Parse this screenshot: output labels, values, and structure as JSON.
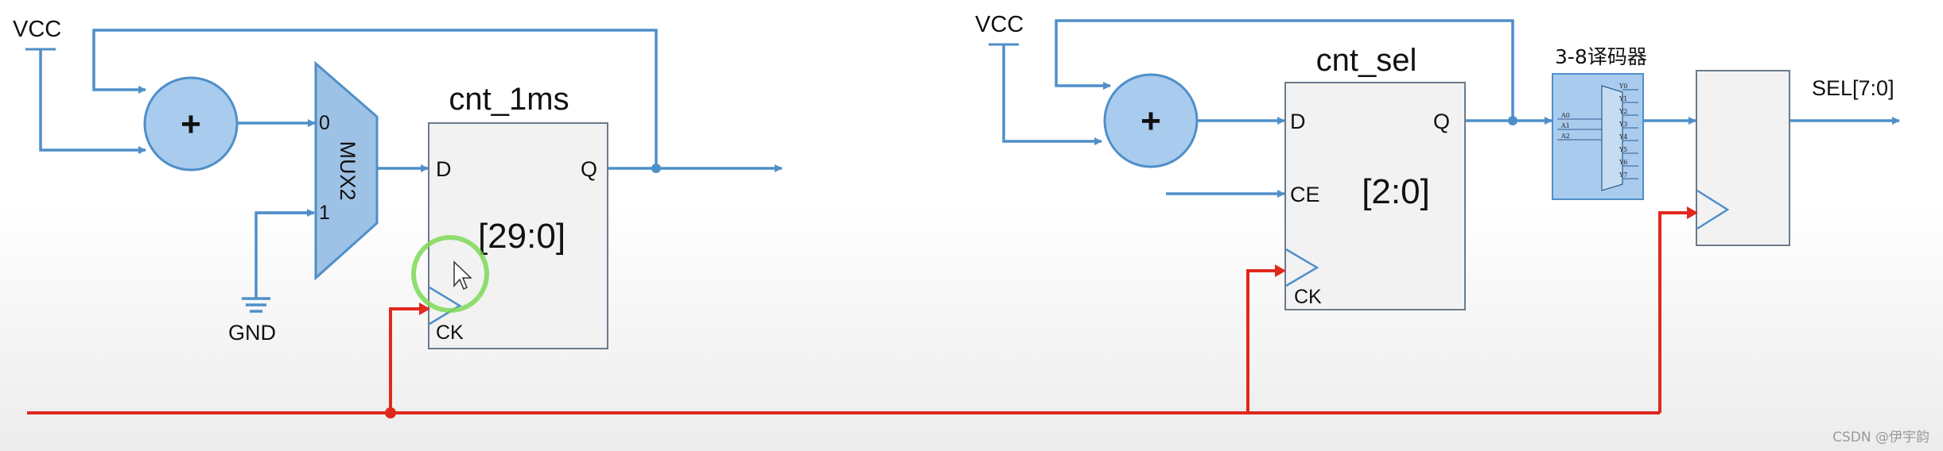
{
  "labels": {
    "vcc": "VCC",
    "gnd": "GND",
    "plus": "+",
    "mux": "MUX2",
    "mux_in0": "0",
    "mux_in1": "1",
    "d": "D",
    "q": "Q",
    "ce": "CE",
    "ck": "CK",
    "counter1_name": "cnt_1ms",
    "counter1_width": "[29:0]",
    "counter2_name": "cnt_sel",
    "counter2_width": "[2:0]",
    "decoder_title": "3-8译码器",
    "sel_output": "SEL[7:0]",
    "watermark": "CSDN @伊宇韵"
  },
  "decoder_inputs": [
    "A0",
    "A1",
    "A2"
  ],
  "decoder_outputs": [
    "Y0",
    "Y1",
    "Y2",
    "Y3",
    "Y4",
    "Y5",
    "Y6",
    "Y7"
  ],
  "colors": {
    "wire": "#4f8fc9",
    "clock": "#e0281d",
    "adder_fill": "#a9cbee",
    "mux_fill": "#9ec2e6",
    "register_fill": "#f2f2f2",
    "register_stroke": "#6a7b8c",
    "cursor_ring": "#7ed957"
  }
}
